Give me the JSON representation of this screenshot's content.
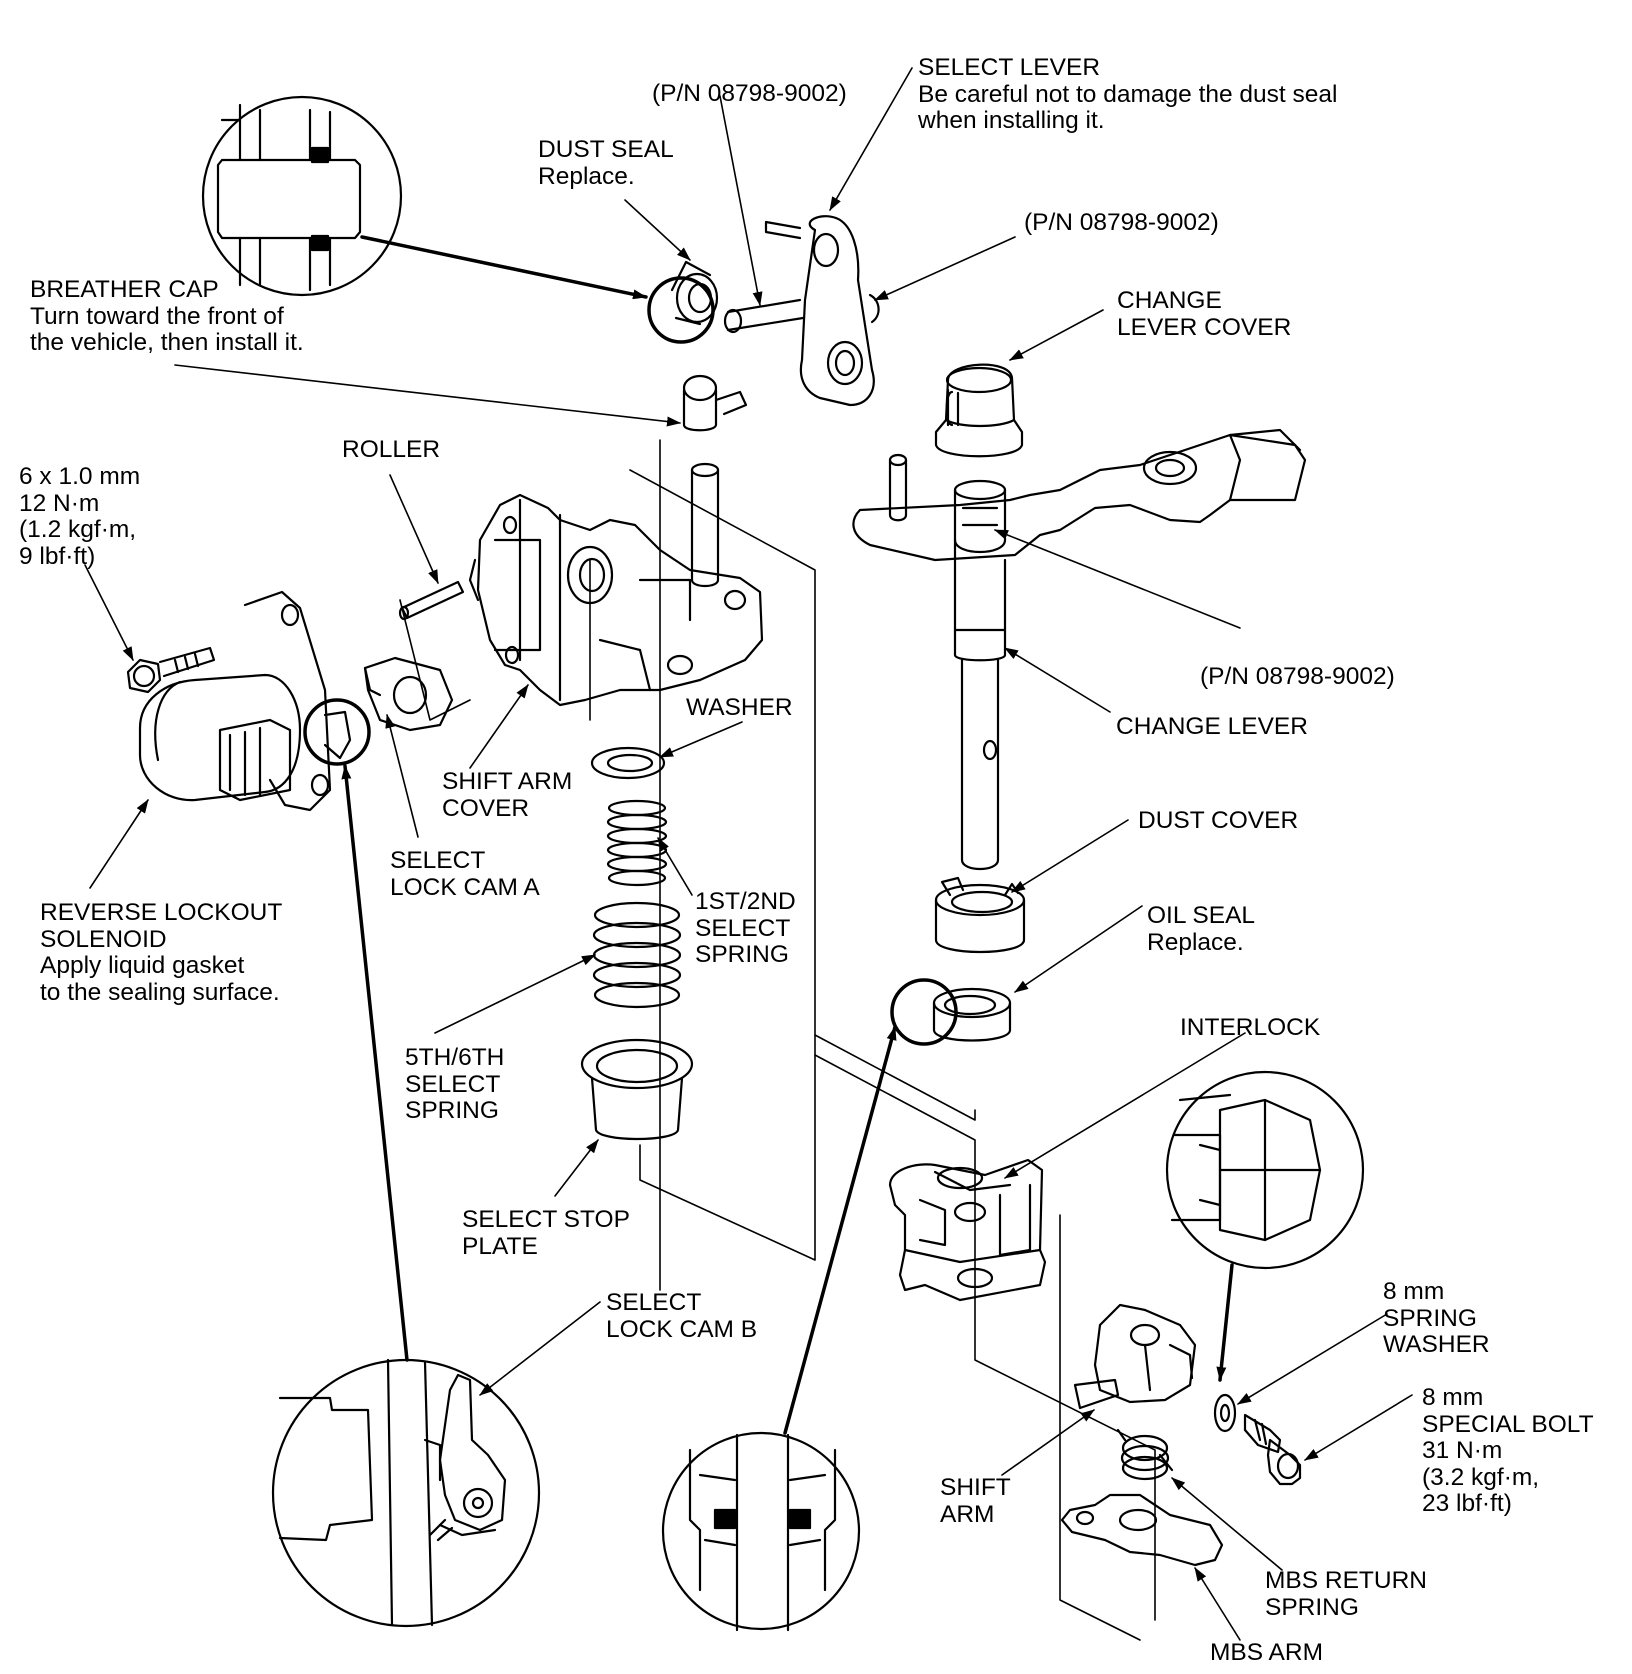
{
  "labels": {
    "pn_top": "(P/N 08798-9002)",
    "select_lever": {
      "title": "SELECT LEVER",
      "note1": "Be careful not to damage the dust seal",
      "note2": "when installing it."
    },
    "dust_seal": {
      "title": "DUST SEAL",
      "note": "Replace."
    },
    "pn_right": "(P/N 08798-9002)",
    "change_lever_cover": {
      "l1": "CHANGE",
      "l2": "LEVER COVER"
    },
    "breather_cap": {
      "title": "BREATHER CAP",
      "note1": "Turn toward the front of",
      "note2": "the vehicle, then install it."
    },
    "roller": "ROLLER",
    "bolt_small": {
      "l1": "6 x 1.0 mm",
      "l2": "12 N·m",
      "l3": "(1.2 kgf·m,",
      "l4": "9 lbf·ft)"
    },
    "pn_mid": "(P/N 08798-9002)",
    "change_lever": "CHANGE LEVER",
    "washer": "WASHER",
    "shift_arm_cover": {
      "l1": "SHIFT ARM",
      "l2": "COVER"
    },
    "select_lock_cam_a": {
      "l1": "SELECT",
      "l2": "LOCK CAM A"
    },
    "dust_cover": "DUST COVER",
    "spring_12": {
      "l1": "1ST/2ND",
      "l2": "SELECT",
      "l3": "SPRING"
    },
    "oil_seal": {
      "title": "OIL SEAL",
      "note": "Replace."
    },
    "reverse_lockout": {
      "l1": "REVERSE LOCKOUT",
      "l2": "SOLENOID",
      "l3": "Apply liquid gasket",
      "l4": "to the sealing surface."
    },
    "interlock": "INTERLOCK",
    "spring_56": {
      "l1": "5TH/6TH",
      "l2": "SELECT",
      "l3": "SPRING"
    },
    "select_stop_plate": {
      "l1": "SELECT STOP",
      "l2": "PLATE"
    },
    "select_lock_cam_b": {
      "l1": "SELECT",
      "l2": "LOCK CAM B"
    },
    "spring_washer": {
      "l1": "8 mm",
      "l2": "SPRING",
      "l3": "WASHER"
    },
    "special_bolt": {
      "l1": "8 mm",
      "l2": "SPECIAL BOLT",
      "l3": "31 N·m",
      "l4": "(3.2 kgf·m,",
      "l5": "23 lbf·ft)"
    },
    "shift_arm": {
      "l1": "SHIFT",
      "l2": "ARM"
    },
    "mbs_return_spring": {
      "l1": "MBS RETURN",
      "l2": "SPRING"
    },
    "mbs_arm": "MBS ARM"
  }
}
